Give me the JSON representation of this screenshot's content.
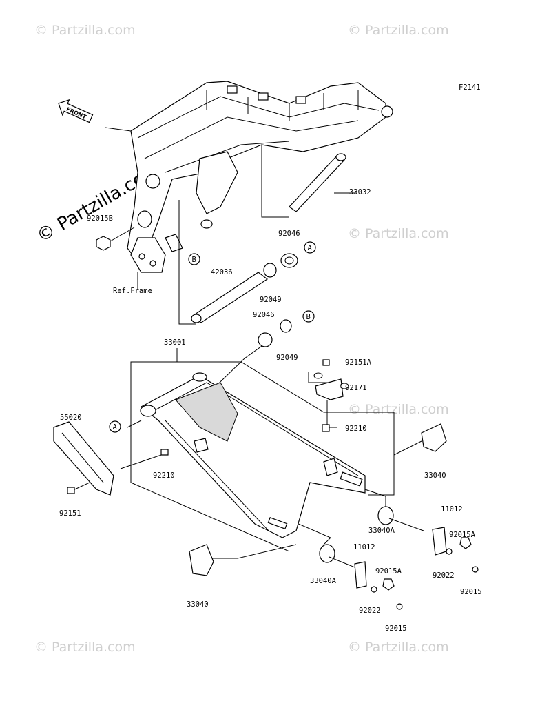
{
  "figure_code": "F2141",
  "front_label": "FRONT",
  "ref_frame_label": "Ref.Frame",
  "watermark": "© Partzilla.com",
  "watermark_large": "© Partzilla.com",
  "callout_a": "A",
  "callout_b": "B",
  "parts": {
    "p92015B": "92015B",
    "p33032": "33032",
    "p92046_top": "92046",
    "p42036": "42036",
    "p92049_top": "92049",
    "p92046_mid": "92046",
    "p92049_mid": "92049",
    "p33001": "33001",
    "p92151A": "92151A",
    "p92171": "92171",
    "p55020": "55020",
    "p92210_right": "92210",
    "p92210_left": "92210",
    "p92151": "92151",
    "p33040_right": "33040",
    "p11012_right": "11012",
    "p33040A_right": "33040A",
    "p92015A_right": "92015A",
    "p92022_right": "92022",
    "p92015_right": "92015",
    "p11012_left": "11012",
    "p33040A_left": "33040A",
    "p92015A_left": "92015A",
    "p92022_left": "92022",
    "p92015_left": "92015",
    "p33040_left": "33040"
  }
}
